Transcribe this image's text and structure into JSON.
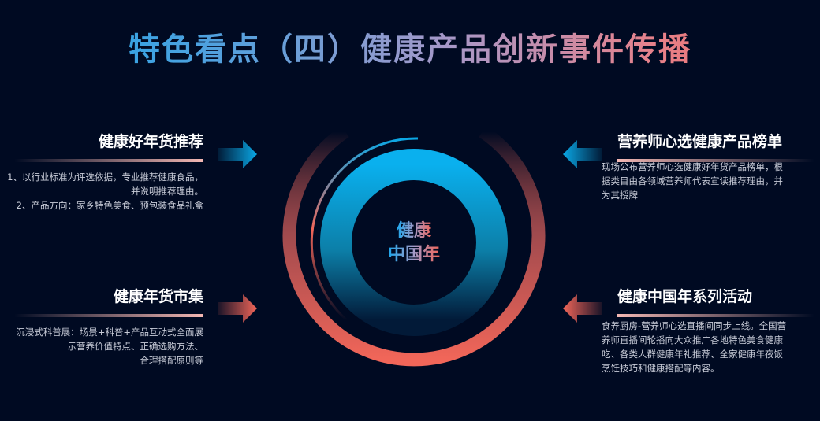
{
  "title": "特色看点（四）健康产品创新事件传播",
  "center": {
    "line1": "健康",
    "line2": "中国年"
  },
  "blocks": {
    "top_left": {
      "heading": "健康好年货推荐",
      "lines": [
        "1、以行业标准为评选依据，专业推荐健康食品，",
        "并说明推荐理由。",
        "2、产品方向：家乡特色美食、预包装食品礼盒"
      ]
    },
    "bottom_left": {
      "heading": "健康年货市集",
      "lines": [
        "沉浸式科普展：场景+科普+产品互动式全面展",
        "示营养价值特点、正确选购方法、",
        "合理搭配原则等"
      ]
    },
    "top_right": {
      "heading": "营养师心选健康产品榜单",
      "text": "现场公布营养师心选健康好年货产品榜单，根据类目由各领域营养师代表宣读推荐理由，并为其授牌"
    },
    "bottom_right": {
      "heading": "健康中国年系列活动",
      "text": "食养厨房-营养师心选直播间同步上线。全国营养师直播间轮播向大众推广各地特色美食健康吃、各类人群健康年礼推荐、全家健康年夜饭烹饪技巧和健康搭配等内容。"
    }
  },
  "colors": {
    "background": "#000a22",
    "blue": "#0aa8e6",
    "red": "#f16659"
  }
}
